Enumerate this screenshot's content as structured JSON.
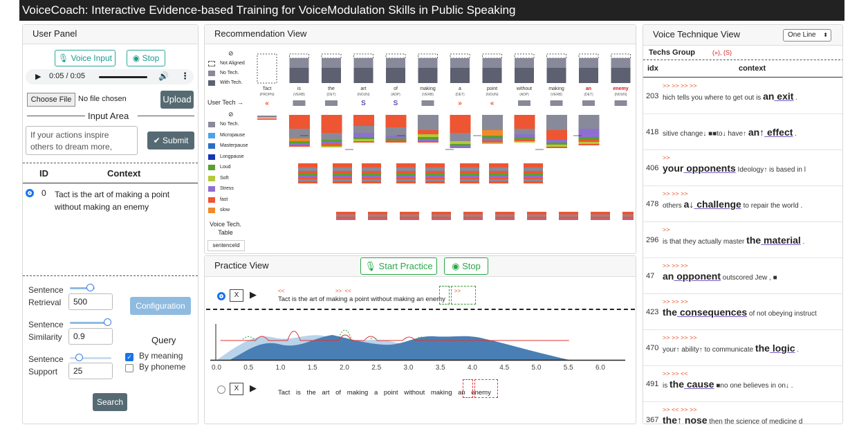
{
  "title": "VoiceCoach: Interactive Evidence-based Training for VoiceModulation Skills in Public Speaking",
  "user_panel": {
    "heading": "User Panel",
    "voice_input": "Voice Input",
    "stop": "Stop",
    "audio_time": "0:05 / 0:05",
    "choose_file": "Choose File",
    "no_file": "No file chosen",
    "upload": "Upload",
    "input_area": "Input Area",
    "input_text": "If your actions inspire others to dream more,",
    "submit": "Submit",
    "col_id": "ID",
    "col_context": "Context",
    "rows": [
      {
        "id": "0",
        "context": "Tact is the art of making a point without making an enemy"
      }
    ],
    "retrieval_label": "Sentence Retrieval",
    "retrieval_value": "500",
    "similarity_label": "Sentence Similarity",
    "similarity_value": "0.9",
    "support_label": "Sentence Support",
    "support_value": "25",
    "configuration": "Configuration",
    "query_label": "Query",
    "by_meaning": "By meaning",
    "by_phoneme": "By phoneme",
    "search": "Search"
  },
  "recommendation": {
    "heading": "Recommendation View",
    "legend_top": [
      "Not Aligned",
      "No Tech.",
      "With Tech."
    ],
    "user_tech": "User Tech →",
    "legend_bottom": [
      "No Tech.",
      "Micropause",
      "Masterpause",
      "Longpause",
      "Loud",
      "Soft",
      "Stress",
      "fast",
      "slow"
    ],
    "legend_colors": [
      "#888a99",
      "#4aa3e8",
      "#2b6fc2",
      "#1736b5",
      "#5aa02c",
      "#b4c93a",
      "#8e6fd1",
      "#ee5533",
      "#f08a2a"
    ],
    "voice_tech_table": "Voice Tech. Table",
    "sentence_id": "sentenceId",
    "words": [
      {
        "word": "Tact",
        "pos": "(PROPN)",
        "mark": "«"
      },
      {
        "word": "is",
        "pos": "(VERB)",
        "mark": ""
      },
      {
        "word": "the",
        "pos": "(DET)",
        "mark": ""
      },
      {
        "word": "art",
        "pos": "(NOUN)",
        "mark": "S"
      },
      {
        "word": "of",
        "pos": "(ADP)",
        "mark": "S"
      },
      {
        "word": "making",
        "pos": "(VERB)",
        "mark": ""
      },
      {
        "word": "a",
        "pos": "(DET)",
        "mark": "»"
      },
      {
        "word": "point",
        "pos": "(NOUN)",
        "mark": "«"
      },
      {
        "word": "without",
        "pos": "(ADP)",
        "mark": ""
      },
      {
        "word": "making",
        "pos": "(VERB)",
        "mark": ""
      },
      {
        "word": "an",
        "pos": "(DET)",
        "mark": ""
      },
      {
        "word": "enemy",
        "pos": "(NOUN)",
        "mark": ""
      }
    ]
  },
  "practice": {
    "heading": "Practice View",
    "start": "Start Practice",
    "stop": "Stop",
    "x_btn": "X",
    "sentence": "Tact is the art of making a point without making an enemy",
    "ticks": [
      "0.0",
      "0.5",
      "1.0",
      "1.5",
      "2.0",
      "2.5",
      "3.0",
      "3.5",
      "4.0",
      "4.5",
      "5.0",
      "5.5",
      "6.0"
    ]
  },
  "tech_view": {
    "heading": "Voice Technique View",
    "mode": "One Line",
    "techs_group": "Techs Group",
    "group_marks": "(»), (S)",
    "col_idx": "idx",
    "col_context": "context",
    "rows": [
      {
        "idx": "203",
        "marks": ">>                 >> >>        >>",
        "pre": "hich tells you where to get out is",
        "key1": "an",
        "key2": "exit",
        "post": "."
      },
      {
        "idx": "418",
        "marks": "",
        "pre": "sitive change↓ ■■to↓ have↑",
        "key1": "an↑",
        "key2": "effect",
        "post": "."
      },
      {
        "idx": "406",
        "marks": ">>",
        "pre": "",
        "key1": "your",
        "key2": "opponents",
        "post": "Ideology↑ is based in l"
      },
      {
        "idx": "478",
        "marks": "      >>                        >> >>",
        "pre": "others",
        "key1": "a↓",
        "key2": "challenge",
        "post": "to repair the world ."
      },
      {
        "idx": "296",
        "marks": "                          >>",
        "pre": "is that they actually master",
        "key1": "the",
        "key2": "material",
        "post": "."
      },
      {
        "idx": "47",
        "marks": ">>  >>       >>",
        "pre": "",
        "key1": "an",
        "key2": "opponent",
        "post": "outscored Jew , ■"
      },
      {
        "idx": "423",
        "marks": ">>                  >>  >>",
        "pre": "",
        "key1": "the",
        "key2": "consequences",
        "post": "of not obeying instruct"
      },
      {
        "idx": "470",
        "marks": ">>   >> >>      >>",
        "pre": "your↑ ability↑ to communicate",
        "key1": "the",
        "key2": "logic",
        "post": "."
      },
      {
        "idx": "491",
        "marks": ">> >> <<",
        "pre": "is",
        "key1": "the",
        "key2": "cause",
        "post": "■no one believes in on↓ ."
      },
      {
        "idx": "367",
        "marks": ">> <<            >> >>",
        "pre": "",
        "key1": "the↑",
        "key2": "nose",
        "post": "then the science of medicine d"
      }
    ]
  }
}
